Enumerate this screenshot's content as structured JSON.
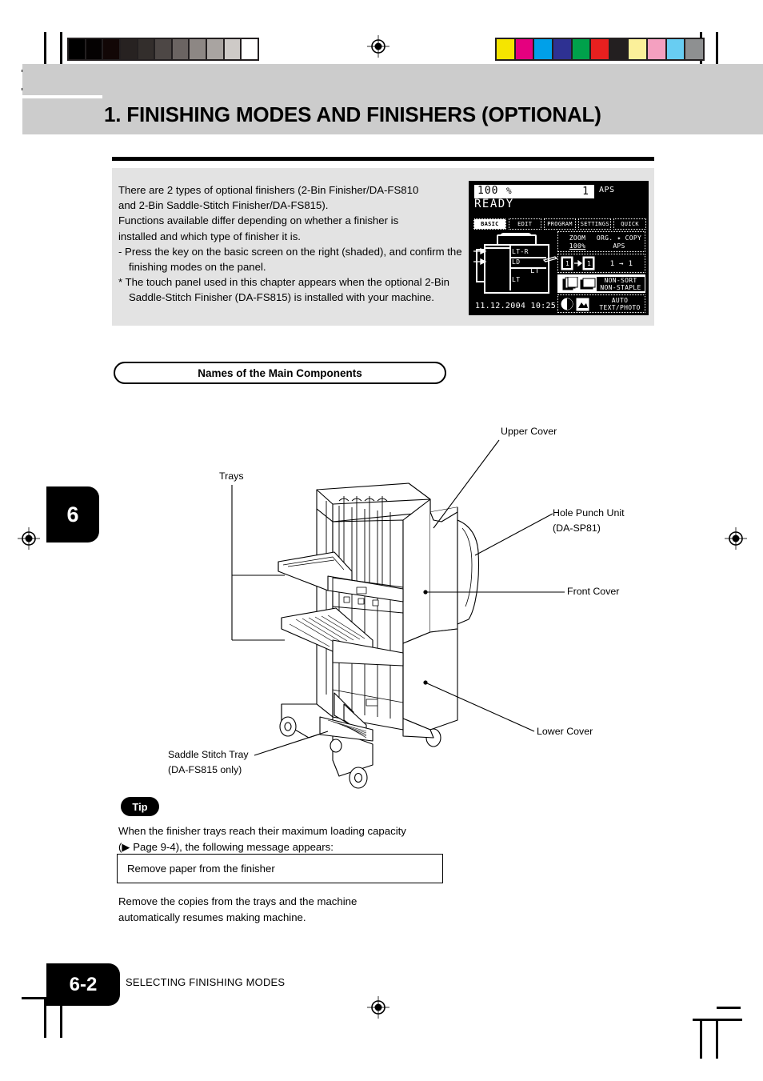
{
  "header": {
    "chapter_title": "1. FINISHING MODES AND FINISHERS (OPTIONAL)",
    "band_color": "#cccccc"
  },
  "intro": {
    "lines": [
      "There are 2 types of optional finishers (2-Bin Finisher/DA-FS810",
      "and 2-Bin Saddle-Stitch Finisher/DA-FS815).",
      "Functions available differ depending on whether a finisher is",
      "installed  and which type of finisher it is."
    ],
    "bullet1": "- Press the key on the basic screen on the right (shaded), and confirm the finishing modes on the panel.",
    "bullet2": "* The touch panel used in this chapter appears when the optional 2-Bin Saddle-Stitch Finisher (DA-FS815) is installed with your machine."
  },
  "lcd": {
    "zoom_value": "100",
    "percent_symbol": "%",
    "copy_count": "1",
    "aps_top": "APS",
    "status": "READY",
    "tabs": [
      {
        "label": "BASIC",
        "selected": true
      },
      {
        "label": "EDIT",
        "selected": false
      },
      {
        "label": "PROGRAM",
        "selected": false
      },
      {
        "label": "SETTINGS",
        "selected": false
      },
      {
        "label": "QUICK",
        "selected": false
      }
    ],
    "cassettes": [
      {
        "label": "LT-R"
      },
      {
        "label": "LD"
      },
      {
        "label": "LT"
      },
      {
        "label": "LT"
      }
    ],
    "datetime": "11.12.2004  10:25",
    "func_rows": [
      {
        "left_title": "ZOOM",
        "left_value": "100%",
        "right_title": "ORG. ✦ COPY",
        "right_value": "APS",
        "inverted": false
      },
      {
        "right_title": "1 → 1",
        "inverted": false
      },
      {
        "line1": "NON-SORT",
        "line2": "NON-STAPLE",
        "inverted": true
      },
      {
        "line1": "AUTO",
        "line2": "TEXT/PHOTO",
        "inverted": false
      }
    ]
  },
  "section": {
    "heading": "Names of the Main Components"
  },
  "diagram": {
    "labels": {
      "upper_cover": "Upper Cover",
      "hole_punch": "Hole Punch Unit",
      "hole_punch_sub": "(DA-SP81)",
      "front_cover": "Front Cover",
      "lower_cover": "Lower Cover",
      "trays": "Trays",
      "saddle_tray": "Saddle Stitch Tray",
      "saddle_tray_sub": "(DA-FS815 only)"
    }
  },
  "tip": {
    "badge": "Tip",
    "line1": "When the finisher trays reach their maximum loading capacity",
    "line2": "(▶ Page 9-4), the following message appears:",
    "message_box": "Remove paper from the finisher",
    "after_line1": "Remove the copies from the trays and the machine",
    "after_line2": "automatically resumes making machine."
  },
  "chapter_tab": {
    "number": "6"
  },
  "footer": {
    "page": "6-2",
    "title": "SELECTING FINISHING MODES"
  },
  "calibration": {
    "grayscale": [
      "#000000",
      "#050202",
      "#120706",
      "#272221",
      "#332e2c",
      "#4d4745",
      "#6b6462",
      "#8d8784",
      "#a9a4a1",
      "#cecac7",
      "#ffffff"
    ],
    "colorbar": [
      "#f5e500",
      "#e5007f",
      "#00a0e9",
      "#2e3192",
      "#00a14b",
      "#e8201f",
      "#231f20",
      "#fbf09a",
      "#f4a0c0",
      "#68cdf2",
      "#8e9091"
    ]
  }
}
